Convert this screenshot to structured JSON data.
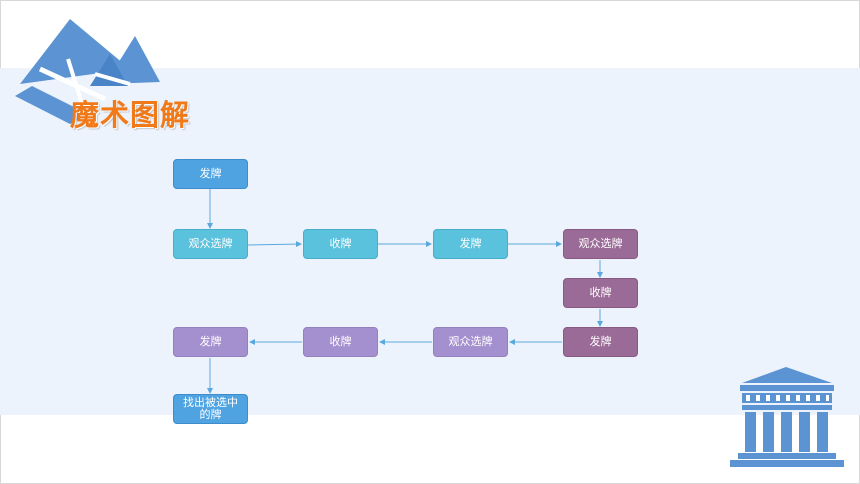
{
  "title": "魔术图解",
  "nodes": {
    "n1": "发牌",
    "n2": "观众选牌",
    "n3": "收牌",
    "n4": "发牌",
    "n5": "观众选牌",
    "n6": "收牌",
    "n7": "发牌",
    "n8": "观众选牌",
    "n9": "收牌",
    "n10": "发牌",
    "n11": "找出被选中的牌"
  },
  "colors": {
    "title": "#f07a1a",
    "blue": "#4fa3e0",
    "cyan": "#5bc2dd",
    "purple": "#9b6b97",
    "lavender": "#a48fcf",
    "arrow": "#5aa8dc",
    "icon": "#5b93d3"
  },
  "icons": [
    "pyramid-logo-icon",
    "temple-icon"
  ]
}
